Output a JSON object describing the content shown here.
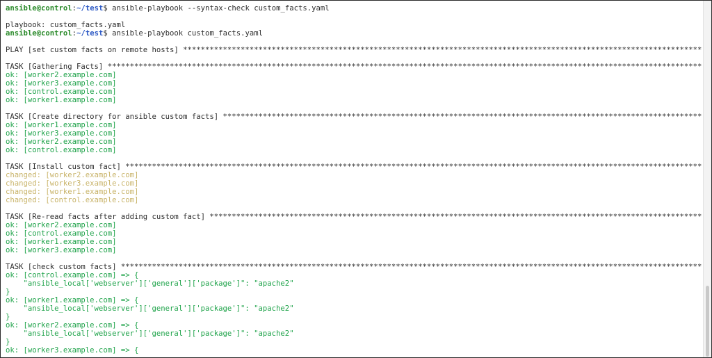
{
  "prompt": {
    "user_host": "ansible@control",
    "path": "~/test",
    "symbol": "$"
  },
  "stars": "*******************************************************************************************************************************************************************************************************",
  "lines": [
    {
      "type": "prompt",
      "command": "ansible-playbook --syntax-check custom_facts.yaml"
    },
    {
      "type": "blank"
    },
    {
      "type": "plain",
      "text": "playbook: custom_facts.yaml"
    },
    {
      "type": "prompt",
      "command": "ansible-playbook custom_facts.yaml"
    },
    {
      "type": "blank"
    },
    {
      "type": "header",
      "text": "PLAY [set custom facts on remote hosts] "
    },
    {
      "type": "blank"
    },
    {
      "type": "header",
      "text": "TASK [Gathering Facts] "
    },
    {
      "type": "ok",
      "text": "ok: [worker2.example.com]"
    },
    {
      "type": "ok",
      "text": "ok: [worker3.example.com]"
    },
    {
      "type": "ok",
      "text": "ok: [control.example.com]"
    },
    {
      "type": "ok",
      "text": "ok: [worker1.example.com]"
    },
    {
      "type": "blank"
    },
    {
      "type": "header",
      "text": "TASK [Create directory for ansible custom facts] "
    },
    {
      "type": "ok",
      "text": "ok: [worker1.example.com]"
    },
    {
      "type": "ok",
      "text": "ok: [worker3.example.com]"
    },
    {
      "type": "ok",
      "text": "ok: [worker2.example.com]"
    },
    {
      "type": "ok",
      "text": "ok: [control.example.com]"
    },
    {
      "type": "blank"
    },
    {
      "type": "header",
      "text": "TASK [Install custom fact] "
    },
    {
      "type": "changed",
      "text": "changed: [worker2.example.com]"
    },
    {
      "type": "changed",
      "text": "changed: [worker3.example.com]"
    },
    {
      "type": "changed",
      "text": "changed: [worker1.example.com]"
    },
    {
      "type": "changed",
      "text": "changed: [control.example.com]"
    },
    {
      "type": "blank"
    },
    {
      "type": "header",
      "text": "TASK [Re-read facts after adding custom fact] "
    },
    {
      "type": "ok",
      "text": "ok: [worker2.example.com]"
    },
    {
      "type": "ok",
      "text": "ok: [control.example.com]"
    },
    {
      "type": "ok",
      "text": "ok: [worker1.example.com]"
    },
    {
      "type": "ok",
      "text": "ok: [worker3.example.com]"
    },
    {
      "type": "blank"
    },
    {
      "type": "header",
      "text": "TASK [check custom facts] "
    },
    {
      "type": "ok",
      "text": "ok: [control.example.com] => {"
    },
    {
      "type": "ok",
      "text": "    \"ansible_local['webserver']['general']['package']\": \"apache2\""
    },
    {
      "type": "ok",
      "text": "}"
    },
    {
      "type": "ok",
      "text": "ok: [worker1.example.com] => {"
    },
    {
      "type": "ok",
      "text": "    \"ansible_local['webserver']['general']['package']\": \"apache2\""
    },
    {
      "type": "ok",
      "text": "}"
    },
    {
      "type": "ok",
      "text": "ok: [worker2.example.com] => {"
    },
    {
      "type": "ok",
      "text": "    \"ansible_local['webserver']['general']['package']\": \"apache2\""
    },
    {
      "type": "ok",
      "text": "}"
    },
    {
      "type": "ok",
      "text": "ok: [worker3.example.com] => {"
    }
  ],
  "colors": {
    "ok": "#1fa34a",
    "changed": "#c9b46a",
    "prompt_user": "#2a8a2a",
    "prompt_path": "#2a57c4"
  }
}
